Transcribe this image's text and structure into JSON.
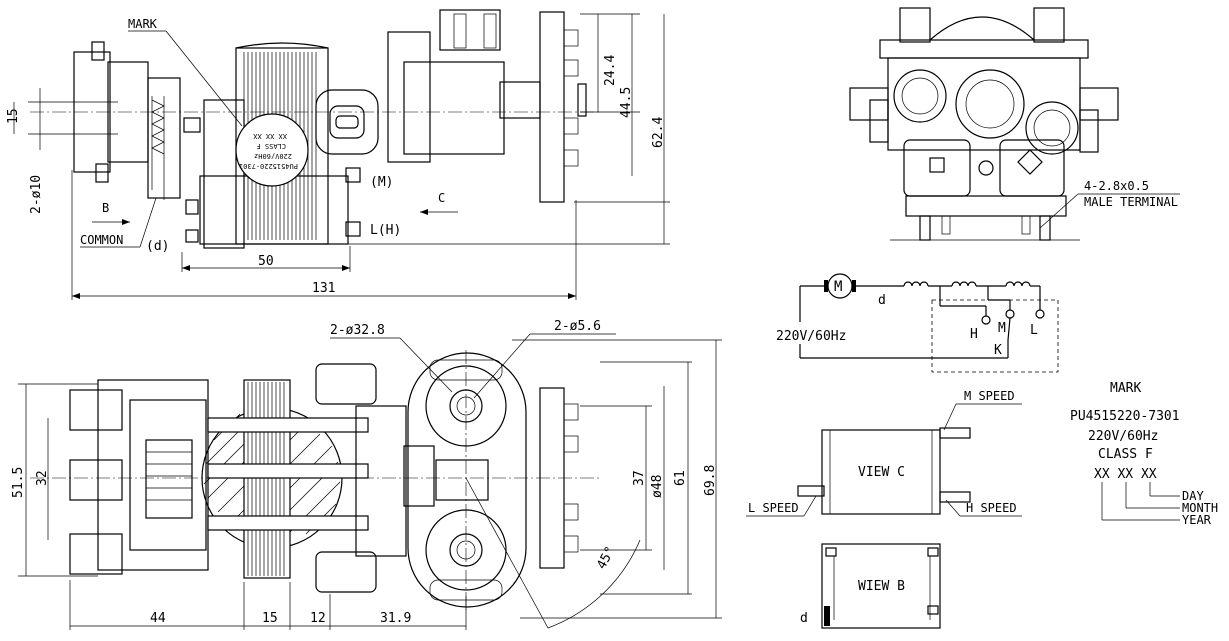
{
  "top_view": {
    "label_mark": "MARK",
    "label_common": "COMMON",
    "label_d": "(d)",
    "label_b": "B",
    "label_c": "C",
    "label_m": "(M)",
    "label_lh": "L(H)",
    "dim_15": "15",
    "dim_2d10": "2-ø10",
    "dim_50": "50",
    "dim_131": "131",
    "dim_24_4": "24.4",
    "dim_44_5": "44.5",
    "dim_62_4": "62.4",
    "stamp_line1": "PU4515220-7301",
    "stamp_line2": "220V/60Hz",
    "stamp_line3": "CLASS F",
    "stamp_line4": "XX XX XX"
  },
  "bottom_view": {
    "dim_2d32_8": "2-ø32.8",
    "dim_2d5_6": "2-ø5.6",
    "dim_51_5": "51.5",
    "dim_32": "32",
    "dim_37": "37",
    "dim_d48": "ø48",
    "dim_61": "61",
    "dim_69_8": "69.8",
    "dim_45deg": "45°",
    "dim_44": "44",
    "dim_15": "15",
    "dim_12": "12",
    "dim_31_9": "31.9"
  },
  "front_view": {
    "terminal_line1": "4-2.8x0.5",
    "terminal_line2": "MALE TERMINAL"
  },
  "circuit": {
    "motor": "M",
    "label_d": "d",
    "supply": "220V/60Hz",
    "label_h": "H",
    "label_m": "M",
    "label_l": "L",
    "label_k": "K"
  },
  "view_c": {
    "title": "VIEW C",
    "m_speed": "M SPEED",
    "l_speed": "L SPEED",
    "h_speed": "H SPEED"
  },
  "view_b": {
    "title": "WIEW B",
    "label_d": "d"
  },
  "mark_legend": {
    "title": "MARK",
    "line1": "PU4515220-7301",
    "line2": "220V/60Hz",
    "line3": "CLASS F",
    "line4": "XX XX XX",
    "day": "DAY",
    "month": "MONTH",
    "year": "YEAR"
  }
}
